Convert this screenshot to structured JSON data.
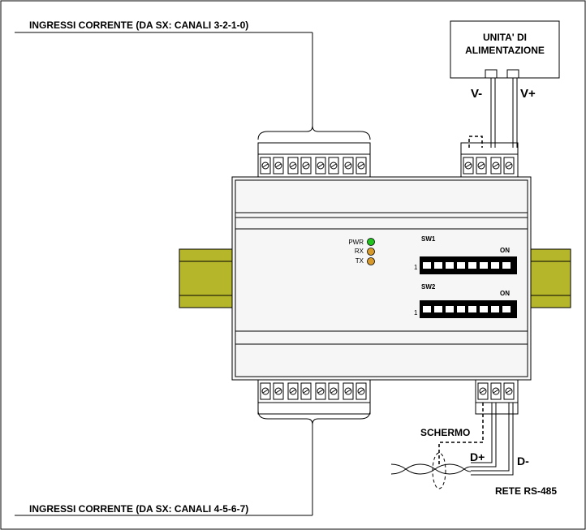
{
  "labels": {
    "top_inputs": "INGRESSI  CORRENTE  (DA SX: CANALI 3-2-1-0)",
    "bottom_inputs": "INGRESSI CORRENTE  (DA SX: CANALI 4-5-6-7)",
    "power_unit_line1": "UNITA' DI",
    "power_unit_line2": "ALIMENTAZIONE",
    "v_minus": "V-",
    "v_plus": "V+",
    "shield": "SCHERMO",
    "d_plus": "D+",
    "d_minus": "D-",
    "network": "RETE RS-485"
  },
  "leds": [
    {
      "label": "PWR",
      "color": "#22c41e"
    },
    {
      "label": "RX",
      "color": "#d89a2a"
    },
    {
      "label": "TX",
      "color": "#d89a2a"
    }
  ],
  "switches": [
    {
      "name": "SW1",
      "on_label": "ON",
      "first_label": "1",
      "positions": 8
    },
    {
      "name": "SW2",
      "on_label": "ON",
      "first_label": "1",
      "positions": 8
    }
  ],
  "colors": {
    "din_rail": "#b6b62a",
    "din_rail_dark": "#8d8d10",
    "module_body": "#f6f6f6",
    "led_green": "#22c41e",
    "led_amber": "#d89a2a"
  }
}
